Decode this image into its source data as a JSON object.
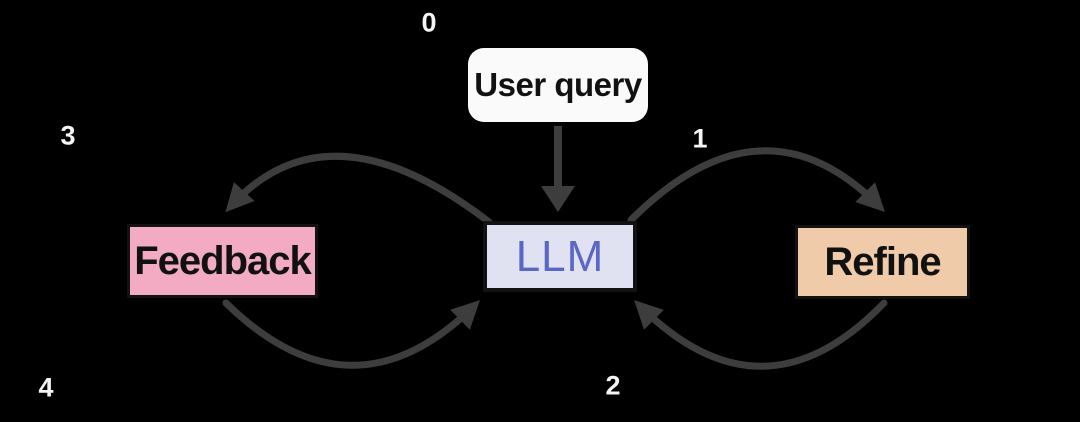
{
  "diagram": {
    "nodes": {
      "user_query": {
        "label": "User query"
      },
      "llm": {
        "label": "LLM"
      },
      "feedback": {
        "label": "Feedback"
      },
      "refine": {
        "label": "Refine"
      }
    },
    "steps": [
      {
        "text": "0"
      },
      {
        "text": "1"
      },
      {
        "text": "2"
      },
      {
        "text": "3"
      },
      {
        "text": "4"
      }
    ],
    "edges": [
      {
        "step": "0",
        "from": "user_query",
        "to": "llm"
      },
      {
        "step": "1",
        "from": "llm",
        "to": "refine"
      },
      {
        "step": "2",
        "from": "refine",
        "to": "llm"
      },
      {
        "step": "3",
        "from": "llm",
        "to": "feedback"
      },
      {
        "step": "4",
        "from": "feedback",
        "to": "llm"
      }
    ],
    "colors": {
      "bg": "#000000",
      "arrow": "#3d3d3d",
      "pink": "#f2abc2",
      "tan": "#f0cba9",
      "lavender": "#e0e2f2",
      "llm_text": "#5a67c4",
      "white_box": "#fafafa",
      "label": "#f5f5f5",
      "ink": "#111111",
      "box_border": "#121212"
    }
  }
}
